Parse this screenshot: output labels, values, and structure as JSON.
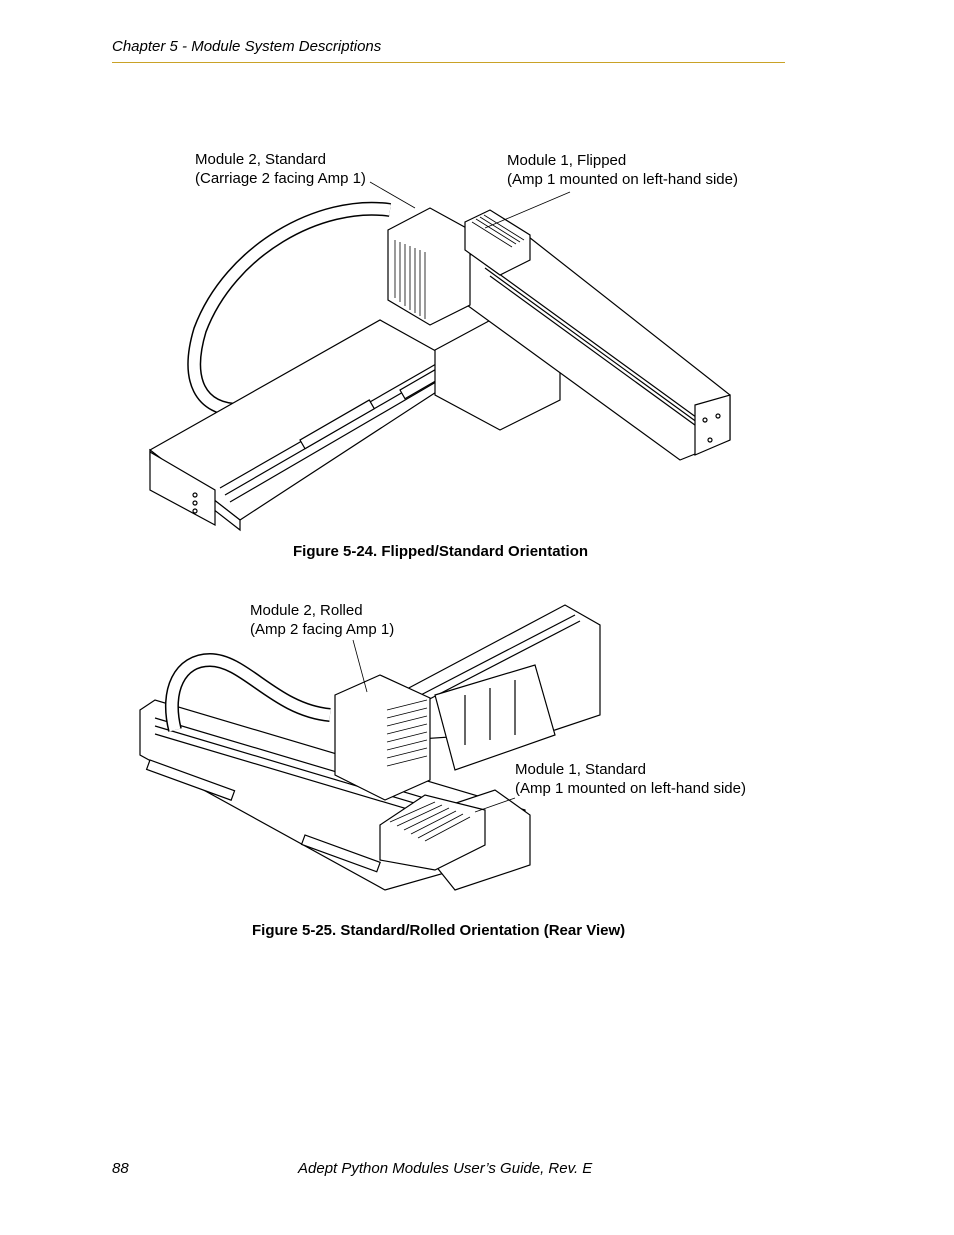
{
  "header": {
    "chapter": "Chapter 5 - Module System Descriptions"
  },
  "figure1": {
    "label_left": {
      "line1": "Module 2, Standard",
      "line2": "(Carriage 2 facing Amp 1)"
    },
    "label_right": {
      "line1": "Module 1, Flipped",
      "line2": "(Amp 1 mounted on left-hand side)"
    },
    "caption": "Figure 5-24. Flipped/Standard Orientation"
  },
  "figure2": {
    "label_top": {
      "line1": "Module 2, Rolled",
      "line2": "(Amp 2 facing Amp 1)"
    },
    "label_right": {
      "line1": "Module 1, Standard",
      "line2": "(Amp 1 mounted on left-hand side)"
    },
    "caption": "Figure 5-25. Standard/Rolled Orientation (Rear View)"
  },
  "footer": {
    "page_number": "88",
    "title": "Adept Python Modules User’s Guide, Rev. E"
  }
}
